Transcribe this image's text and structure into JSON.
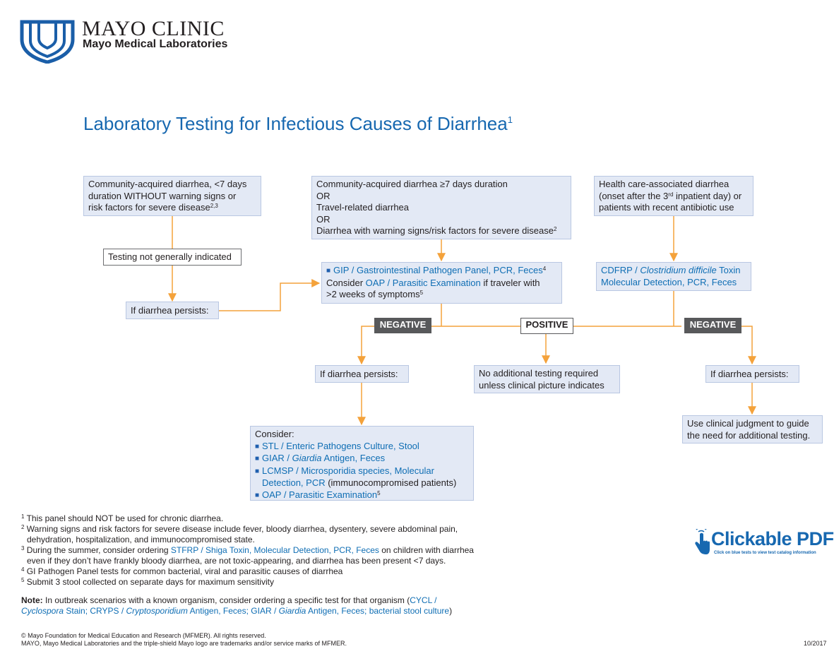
{
  "header": {
    "org": "MAYO CLINIC",
    "dept": "Mayo Medical Laboratories"
  },
  "title": "Laboratory Testing for Infectious Causes of Diarrhea",
  "title_sup": "1",
  "colors": {
    "accent": "#1768b0",
    "link": "#0f6eb4",
    "arrow": "#f4a23b",
    "box_fill": "#e3e9f5",
    "tag_fill": "#58595b"
  },
  "left": {
    "start": [
      "Community-acquired diarrhea, <7 days",
      "duration WITHOUT warning signs or",
      "risk factors for severe disease"
    ],
    "start_sup": "2,3",
    "not_indicated": "Testing not generally indicated",
    "persists": "If diarrhea persists:"
  },
  "mid": {
    "start_l1": "Community-acquired diarrhea ≥7 days duration",
    "or1": "OR",
    "start_l2": "Travel-related diarrhea",
    "or2": "OR",
    "start_l3": "Diarrhea with warning signs/risk factors for severe disease",
    "start_sup": "2",
    "gip_link": "GIP / Gastrointestinal Pathogen Panel, PCR, Feces",
    "gip_sup": "4",
    "consider": "Consider",
    "oap_link": "OAP / Parasitic Examination",
    "if_traveler": "if traveler with",
    "weeks": ">2 weeks of symptoms",
    "weeks_sup": "5"
  },
  "right": {
    "start": [
      "Health care-associated diarrhea",
      "(onset after the 3",
      "patients with recent antibiotic use"
    ],
    "rd": "rd",
    "start_l2_end": " inpatient day) or",
    "cdfrp_a": "CDFRP / ",
    "cdfrp_b": "Clostridium difficile",
    "cdfrp_c": " Toxin",
    "cdfrp_l2": "Molecular Detection, PCR, Feces"
  },
  "tags": {
    "neg_left": "NEGATIVE",
    "positive": "POSITIVE",
    "neg_right": "NEGATIVE"
  },
  "neg_left": {
    "persists": "If diarrhea persists:",
    "consider_title": "Consider:",
    "stl": "STL / Enteric Pathogens Culture, Stool",
    "giar_a": "GIAR / ",
    "giar_b": "Giardia",
    "giar_c": " Antigen, Feces",
    "lcmsp_l1": "LCMSP / Microsporidia species, Molecular",
    "lcmsp_l2": "Detection, PCR",
    "lcmsp_note": " (immunocompromised patients)",
    "oap": "OAP / Parasitic Examination",
    "oap_sup": "5"
  },
  "positive": [
    "No additional testing required",
    "unless clinical picture indicates"
  ],
  "neg_right": {
    "persists": "If diarrhea persists:",
    "judgment": [
      "Use clinical judgment to guide",
      "the need for additional testing."
    ]
  },
  "footnotes": {
    "f1_num": "1",
    "f1": "This panel should NOT be used for chronic diarrhea.",
    "f2_num": "2",
    "f2_l1": "Warning signs and risk factors for severe disease include fever, bloody diarrhea, dysentery, severe abdominal pain,",
    "f2_l2": "dehydration, hospitalization, and immunocompromised state.",
    "f3_num": "3",
    "f3_a": "During the summer, consider ordering ",
    "f3_link": "STFRP / Shiga Toxin, Molecular Detection, PCR, Feces",
    "f3_b": " on children with diarrhea",
    "f3_l2": "even if they don’t have frankly bloody diarrhea, are not toxic-appearing, and diarrhea has been present <7 days.",
    "f4_num": "4",
    "f4": "GI Pathogen Panel tests for common bacterial, viral and parasitic causes of diarrhea",
    "f5_num": "5",
    "f5": "Submit 3 stool collected on separate days for maximum sensitivity"
  },
  "note": {
    "label": "Note:",
    "text": " In outbreak scenarios with a known organism, consider ordering a specific test for that organism (",
    "cycl": "CYCL /",
    "cyclo_i": "Cyclospora",
    "cyclo_rest": " Stain; CRYPS / ",
    "crypto_i": "Cryptosporidium",
    "crypto_rest": " Antigen, Feces; GIAR / ",
    "giar_i": "Giardia",
    "giar_rest": " Antigen, Feces; bacterial stool culture",
    "close": ")"
  },
  "clickable": {
    "title": "Clickable PDF",
    "sub": "Click on blue tests to view test catalog information"
  },
  "copyright": {
    "l1": "© Mayo Foundation for Medical Education and Research (MFMER). All rights reserved.",
    "l2": "MAYO, Mayo Medical Laboratories and the triple-shield Mayo logo are trademarks and/or service marks of MFMER.",
    "date": "10/2017"
  }
}
